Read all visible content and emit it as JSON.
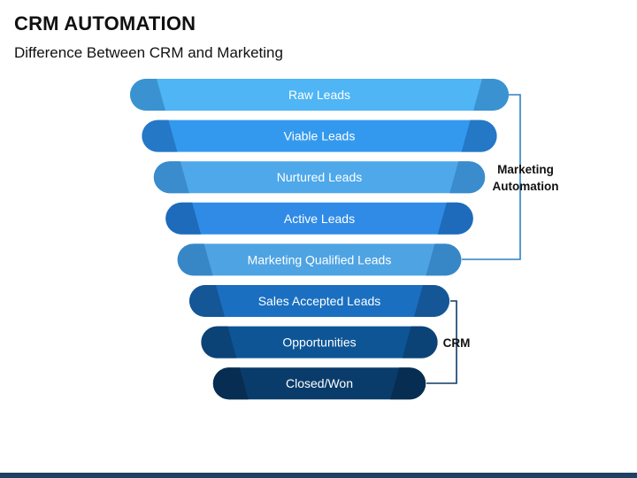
{
  "title": "CRM AUTOMATION",
  "subtitle": "Difference Between CRM and Marketing",
  "stages": [
    {
      "label": "Raw Leads",
      "color": "#4fb5f5",
      "edge": "#3a93d0"
    },
    {
      "label": "Viable Leads",
      "color": "#3399ee",
      "edge": "#2478c6"
    },
    {
      "label": "Nurtured Leads",
      "color": "#4ea8ea",
      "edge": "#3a8ccd"
    },
    {
      "label": "Active Leads",
      "color": "#2f8be6",
      "edge": "#1f6bbb"
    },
    {
      "label": "Marketing Qualified Leads",
      "color": "#4ea3e3",
      "edge": "#3787c7"
    },
    {
      "label": "Sales Accepted Leads",
      "color": "#1a6fc1",
      "edge": "#155697"
    },
    {
      "label": "Opportunities",
      "color": "#0e5596",
      "edge": "#0c4377"
    },
    {
      "label": "Closed/Won",
      "color": "#0a3c6b",
      "edge": "#072d52"
    }
  ],
  "groups": {
    "marketing": {
      "line1": "Marketing",
      "line2": "Automation"
    },
    "crm": {
      "label": "CRM"
    }
  },
  "colors": {
    "bracket": "#2e7ec6",
    "bracket_dark": "#0e3a66",
    "footer": "#1f3f63"
  }
}
